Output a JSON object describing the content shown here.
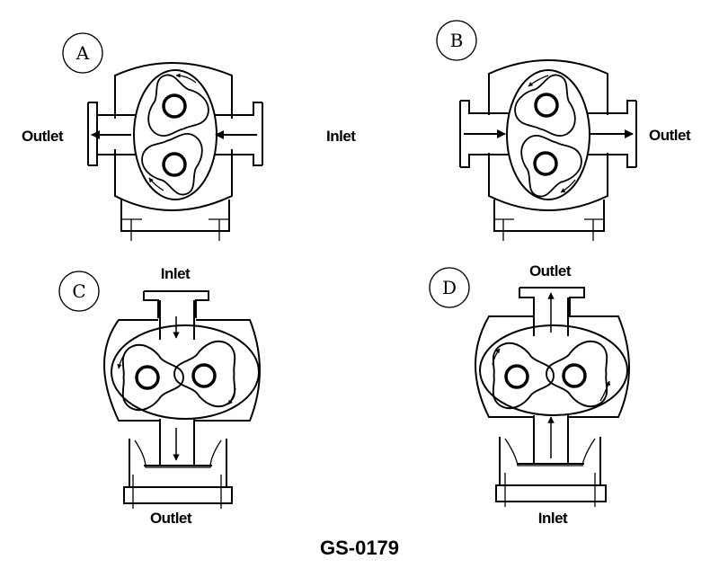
{
  "figure": {
    "caption": "GS-0179",
    "colors": {
      "ink": "#000000",
      "background": "#ffffff"
    },
    "panels": [
      {
        "id": "A",
        "letter": "A",
        "orientation": "horizontal",
        "flow": "right-to-left",
        "labels": {
          "left": "Outlet",
          "right": "Inlet"
        }
      },
      {
        "id": "B",
        "letter": "B",
        "orientation": "horizontal",
        "flow": "left-to-right",
        "labels": {
          "right": "Outlet"
        }
      },
      {
        "id": "C",
        "letter": "C",
        "orientation": "vertical",
        "flow": "top-to-bottom",
        "labels": {
          "top": "Inlet",
          "bottom": "Outlet"
        }
      },
      {
        "id": "D",
        "letter": "D",
        "orientation": "vertical",
        "flow": "bottom-to-top",
        "labels": {
          "top": "Outlet",
          "bottom": "Inlet"
        }
      }
    ]
  }
}
